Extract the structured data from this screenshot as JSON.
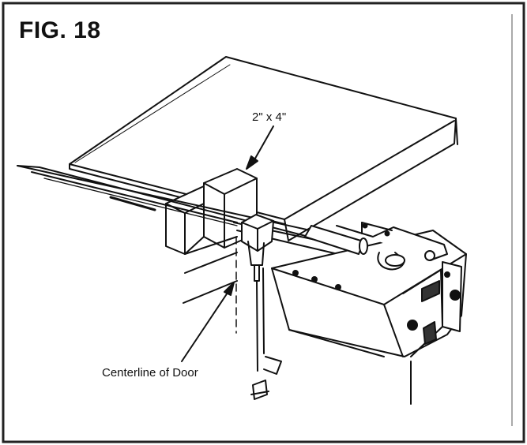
{
  "figure": {
    "title": "FIG. 18"
  },
  "labels": {
    "lumber": "2\" x 4\"",
    "centerline": "Centerline of Door"
  }
}
